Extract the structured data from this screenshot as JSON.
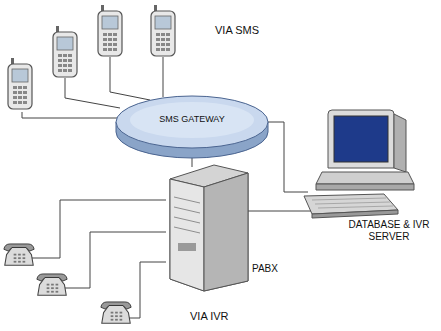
{
  "diagram": {
    "nodes": [
      {
        "text": [
          "SMS GATEWAY"
        ]
      },
      {
        "text": [
          "DATABASE & IVR SERVER"
        ]
      },
      {
        "text": [
          "PABX"
        ]
      }
    ],
    "edges": [
      {
        "from": 0,
        "to": 1,
        "arrow": "none"
      },
      {
        "from": 2,
        "to": 1,
        "arrow": "none"
      },
      {
        "from": 0,
        "to": 2,
        "arrow": "none"
      }
    ],
    "labels": [
      "VIA SMS",
      "VIA IVR"
    ]
  }
}
